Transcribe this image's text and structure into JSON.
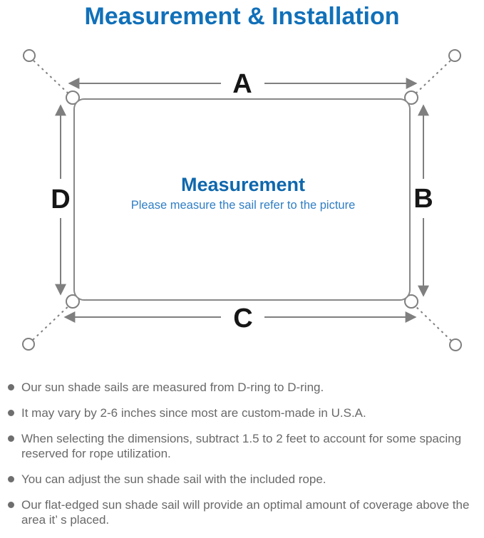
{
  "title": "Measurement & Installation",
  "diagram": {
    "labels": {
      "top": "A",
      "right": "B",
      "bottom": "C",
      "left": "D"
    },
    "center_heading": "Measurement",
    "center_subtitle": "Please measure the sail refer to the picture"
  },
  "notes": [
    "Our sun shade sails are measured from D-ring to D-ring.",
    "It may vary by 2-6 inches since most are custom-made in U.S.A.",
    "When selecting the dimensions, subtract 1.5 to 2 feet to account for some spacing reserved for rope utilization.",
    "You can adjust the sun shade sail with the included rope.",
    "Our flat-edged sun shade sail will provide an optimal amount of coverage above the area it’ s placed."
  ],
  "colors": {
    "title_blue": "#1170b9",
    "center_heading_blue": "#0f68ad",
    "center_subtitle_blue": "#2f7ec4",
    "diagram_line_gray": "#7f7f7f",
    "dimension_label_black": "#161616",
    "note_text_gray": "#696969",
    "background": "#ffffff"
  }
}
